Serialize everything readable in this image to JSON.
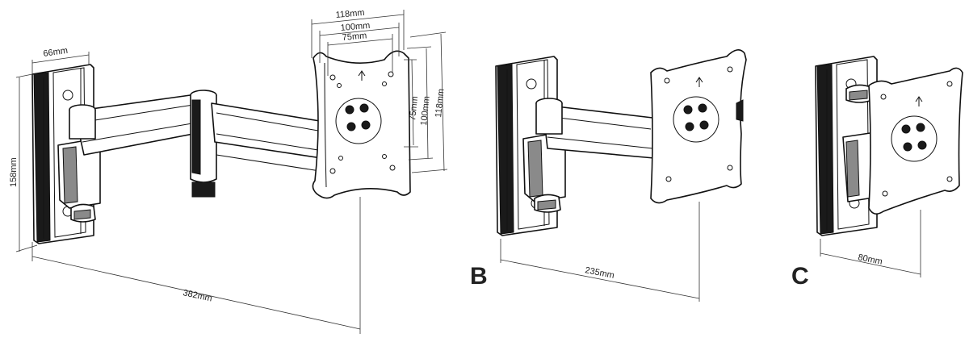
{
  "mounts": [
    {
      "id": "A",
      "label": "",
      "dimensions": {
        "plate_width": "66mm",
        "plate_height": "158mm",
        "extension": "382mm",
        "vesa_horizontal_max": "118mm",
        "vesa_horizontal_mid": "100mm",
        "vesa_horizontal_min": "75mm",
        "vesa_vertical_min": "75mm",
        "vesa_vertical_mid": "100mm",
        "vesa_vertical_max": "118mm"
      }
    },
    {
      "id": "B",
      "label": "B",
      "dimensions": {
        "extension": "235mm"
      }
    },
    {
      "id": "C",
      "label": "C",
      "dimensions": {
        "extension": "80mm"
      }
    }
  ],
  "icons": [
    "wall-plate-icon",
    "swing-arm-icon",
    "vesa-plate-icon",
    "adjustment-knob-icon",
    "up-arrow-icon"
  ]
}
